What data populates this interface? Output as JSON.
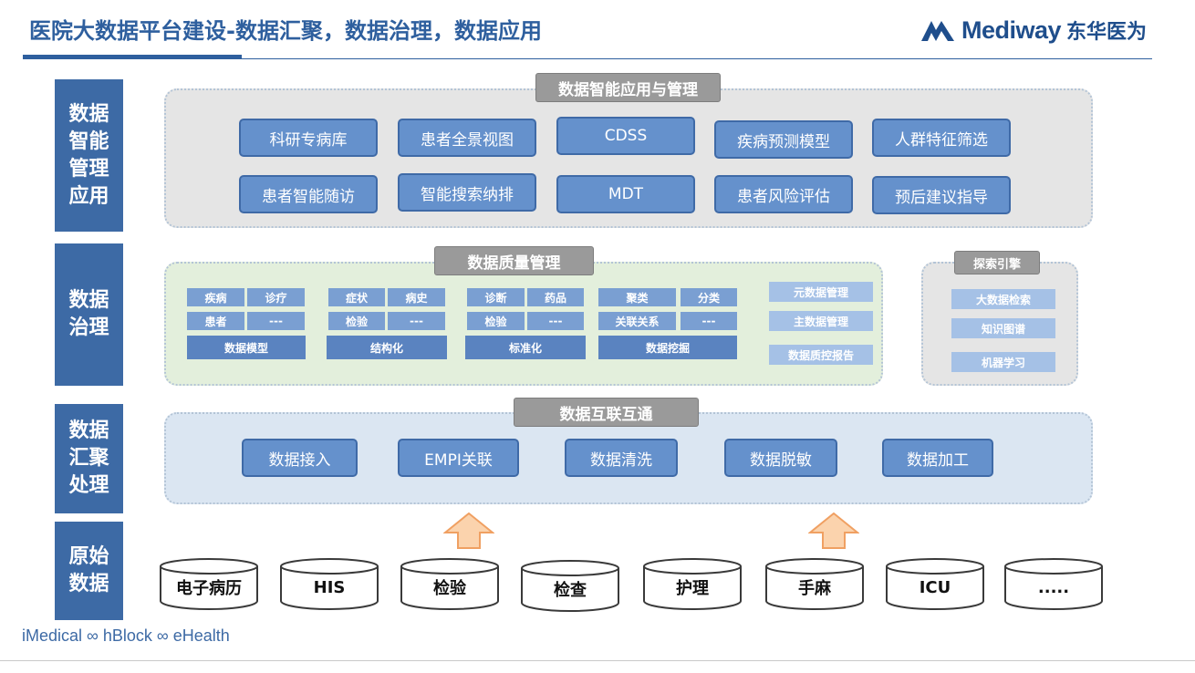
{
  "title": "医院大数据平台建设-数据汇聚，数据治理，数据应用",
  "logo": {
    "brand": "Mediway",
    "cn": "东华医为",
    "accent": "#1f4e8c"
  },
  "side_labels": [
    "数据\n智能\n管理\n应用",
    "数据\n治理",
    "数据\n汇聚\n处理",
    "原始\n数据"
  ],
  "app_layer": {
    "header": "数据智能应用与管理",
    "row1": [
      "科研专病库",
      "患者全景视图",
      "CDSS",
      "疾病预测模型",
      "人群特征筛选"
    ],
    "row2": [
      "患者智能随访",
      "智能搜索纳排",
      "MDT",
      "患者风险评估",
      "预后建议指导"
    ]
  },
  "governance": {
    "header": "数据质量管理",
    "groups": [
      {
        "cells": [
          "疾病",
          "诊疗",
          "患者",
          "---"
        ],
        "footer": "数据模型"
      },
      {
        "cells": [
          "症状",
          "病史",
          "检验",
          "---"
        ],
        "footer": "结构化"
      },
      {
        "cells": [
          "诊断",
          "药品",
          "检验",
          "---"
        ],
        "footer": "标准化"
      },
      {
        "cells": [
          "聚类",
          "分类",
          "关联关系",
          "---"
        ],
        "footer": "数据挖掘"
      }
    ],
    "meta": [
      "元数据管理",
      "主数据管理",
      "数据质控报告"
    ],
    "search": {
      "header": "探索引擎",
      "items": [
        "大数据检索",
        "知识图谱",
        "机器学习"
      ]
    }
  },
  "integration": {
    "header": "数据互联互通",
    "items": [
      "数据接入",
      "EMPI关联",
      "数据清洗",
      "数据脱敏",
      "数据加工"
    ]
  },
  "sources": [
    "电子病历",
    "HIS",
    "检验",
    "检查",
    "护理",
    "手麻",
    "ICU",
    "....."
  ],
  "footer": "iMedical ∞ hBlock ∞ eHealth",
  "colors": {
    "primary": "#3d6aa5",
    "button": "#6591cc",
    "arrow": "#f7b57c"
  }
}
